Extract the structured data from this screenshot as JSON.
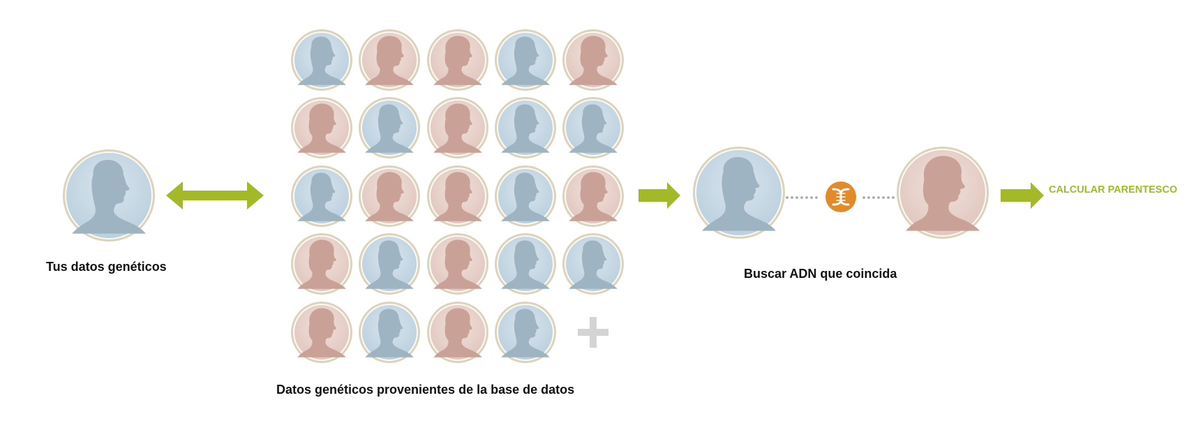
{
  "labels": {
    "your_data": "Tus datos genéticos",
    "database_data": "Datos genéticos provenientes de la base de datos",
    "search_match": "Buscar ADN que coincida"
  },
  "action": {
    "label": "CALCULAR PARENTESCO"
  },
  "grid": {
    "rows": [
      [
        "male",
        "female",
        "female",
        "male",
        "female"
      ],
      [
        "female",
        "male",
        "female",
        "male",
        "male"
      ],
      [
        "male",
        "female",
        "female",
        "male",
        "female"
      ],
      [
        "female",
        "male",
        "female",
        "male",
        "male"
      ],
      [
        "female",
        "male",
        "female",
        "male",
        "plus"
      ]
    ]
  },
  "match": {
    "left": "male",
    "right": "female"
  },
  "colors": {
    "arrow_green": "#a3b928",
    "link_green": "#a3b928",
    "male_bg": "#c5d6e3",
    "male_silhouette": "#9fb4c2",
    "female_bg": "#e7d2cc",
    "female_silhouette": "#c9a197",
    "ring": "#dcd3bd",
    "dna_orange": "#e48a28",
    "dots": "#aaaaaa",
    "plus": "#d4d4d4"
  },
  "icons": {
    "dna": "dna-helix-icon",
    "plus": "plus-icon",
    "arrow": "arrow-right-icon",
    "double_arrow": "double-arrow-icon"
  }
}
